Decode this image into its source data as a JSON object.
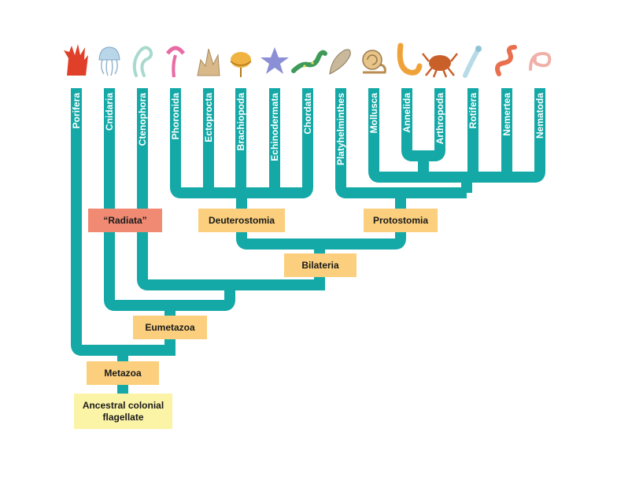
{
  "colors": {
    "branch": "#14a9a6",
    "clade_box": "#fbcf7d",
    "radiata_box": "#f08a72",
    "ancestor_box": "#fbf3a6",
    "taxon_text": "#ffffff"
  },
  "taxa": [
    {
      "id": "porifera",
      "label": "Porifera",
      "icon": "sponge-icon",
      "color": "#e0402a"
    },
    {
      "id": "cnidaria",
      "label": "Cnidaria",
      "icon": "jellyfish-icon",
      "color": "#b9d6e8"
    },
    {
      "id": "ctenophora",
      "label": "Ctenophora",
      "icon": "comb-jelly-icon",
      "color": "#a8d9cf"
    },
    {
      "id": "phoronida",
      "label": "Phoronida",
      "icon": "phoronid-worm-icon",
      "color": "#e96aa4"
    },
    {
      "id": "ectoprocta",
      "label": "Ectoprocta",
      "icon": "bryozoan-icon",
      "color": "#d9b98a"
    },
    {
      "id": "brachiopoda",
      "label": "Brachiopoda",
      "icon": "lamp-shell-icon",
      "color": "#f0b240"
    },
    {
      "id": "echinodermata",
      "label": "Echinodermata",
      "icon": "sea-star-icon",
      "color": "#8a8fd6"
    },
    {
      "id": "chordata",
      "label": "Chordata",
      "icon": "salamander-icon",
      "color": "#3f9a5a"
    },
    {
      "id": "platyhelminthes",
      "label": "Platyhelminthes",
      "icon": "flatworm-icon",
      "color": "#c9b89a"
    },
    {
      "id": "mollusca",
      "label": "Mollusca",
      "icon": "snail-icon",
      "color": "#e6c48a"
    },
    {
      "id": "annelida",
      "label": "Annelida",
      "icon": "segmented-worm-icon",
      "color": "#f0a23a"
    },
    {
      "id": "arthropoda",
      "label": "Arthropoda",
      "icon": "crab-icon",
      "color": "#c9602a"
    },
    {
      "id": "rotifera",
      "label": "Rotifera",
      "icon": "rotifer-icon",
      "color": "#b6dbe6"
    },
    {
      "id": "nemertea",
      "label": "Nemertea",
      "icon": "ribbon-worm-icon",
      "color": "#e8704f"
    },
    {
      "id": "nematoda",
      "label": "Nematoda",
      "icon": "roundworm-icon",
      "color": "#f0b0a8"
    }
  ],
  "clades": {
    "radiata": "“Radiata”",
    "deuterostomia": "Deuterostomia",
    "protostomia": "Protostomia",
    "bilateria": "Bilateria",
    "eumetazoa": "Eumetazoa",
    "metazoa": "Metazoa",
    "ancestor": "Ancestral colonial flagellate"
  }
}
